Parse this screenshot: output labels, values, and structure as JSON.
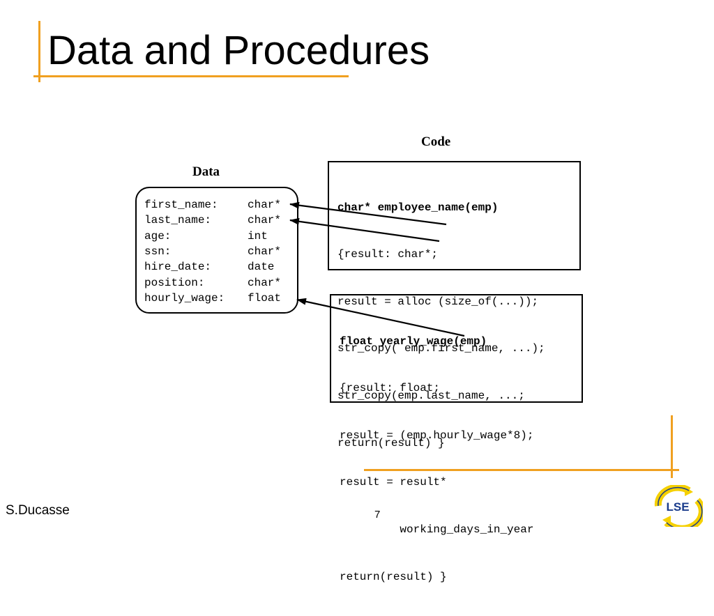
{
  "title": "Data and Procedures",
  "diagram": {
    "data_heading": "Data",
    "code_heading": "Code",
    "fields": [
      {
        "name": "first_name:",
        "type": "char*"
      },
      {
        "name": "last_name:",
        "type": "char*"
      },
      {
        "name": "age:",
        "type": "int"
      },
      {
        "name": "ssn:",
        "type": "char*"
      },
      {
        "name": "hire_date:",
        "type": "date"
      },
      {
        "name": "position:",
        "type": "char*"
      },
      {
        "name": "hourly_wage:",
        "type": "float"
      }
    ],
    "procedure_1": {
      "lines": [
        "char* employee_name(emp)",
        "{result: char*;",
        "result = alloc (size_of(...));",
        "str_copy( emp.first_name, ...);",
        "str_copy(emp.last_name, ...;",
        "return(result) }"
      ]
    },
    "procedure_2": {
      "lines": [
        "float yearly_wage(emp)",
        "{result: float;",
        "result = (emp.hourly_wage*8);",
        "result = result*",
        "         working_days_in_year",
        "return(result) }"
      ]
    }
  },
  "footer": {
    "author": "S.Ducasse",
    "page_number": "7",
    "logo_text": "LSE"
  },
  "colors": {
    "accent": "#f0a020",
    "logo_yellow": "#f5d000",
    "logo_blue": "#1a3c8c"
  }
}
